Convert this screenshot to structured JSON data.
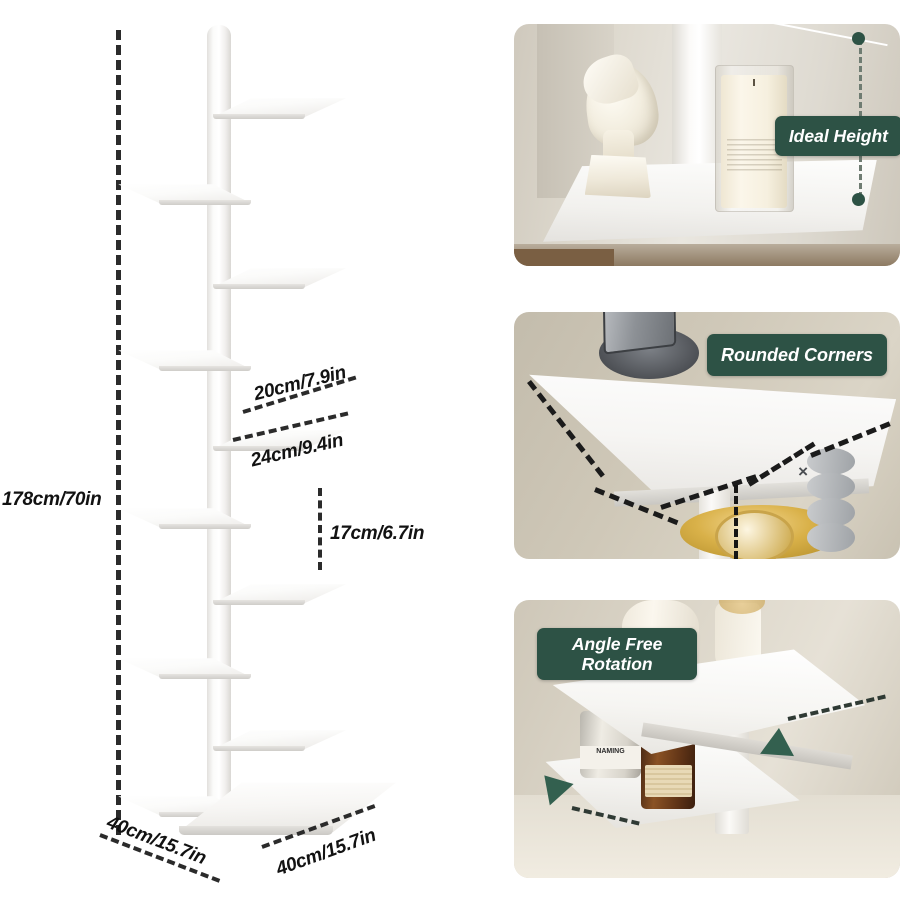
{
  "diagram": {
    "total_height": "178cm/70in",
    "shelf_depth": "20cm/7.9in",
    "shelf_width": "24cm/9.4in",
    "shelf_spacing": "17cm/6.7in",
    "base_width": "40cm/15.7in",
    "base_depth": "40cm/15.7in",
    "shelf_count": 10
  },
  "features": [
    {
      "badge": "Ideal Height"
    },
    {
      "badge": "Rounded Corners"
    },
    {
      "badge": "Angle Free\nRotation",
      "line1": "Angle Free",
      "line2": "Rotation"
    }
  ],
  "colors": {
    "badge_green": "#2d5245",
    "arrow_green": "#33604f",
    "dashed_black": "#2b2b2b",
    "product_white": "#ffffff"
  },
  "scene_text": {
    "tin_label": "NAMING"
  }
}
